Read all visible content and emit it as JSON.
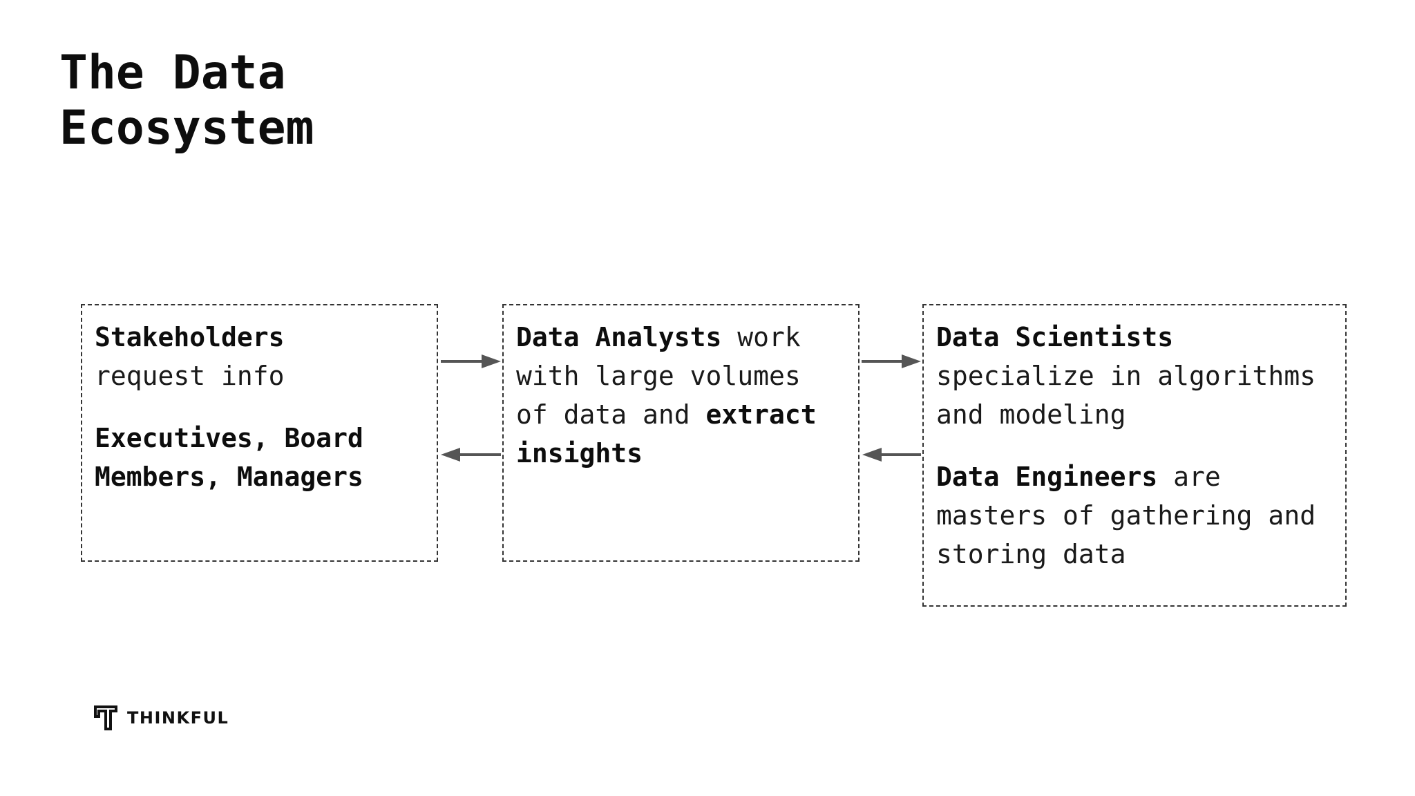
{
  "title": {
    "line1": "The Data",
    "line2": "Ecosystem"
  },
  "boxes": {
    "stakeholders": {
      "bold1": "Stakeholders",
      "text1": "request info",
      "bold2": "Executives, Board Members, Managers"
    },
    "analysts": {
      "bold1": "Data Analysts",
      "text1": " work with large volumes of data and ",
      "bold2": "extract insights"
    },
    "scientists": {
      "bold1": "Data Scientists",
      "text1": "specialize in algorithms and modeling",
      "bold2": "Data Engineers",
      "text2": " are masters of gathering and storing data"
    }
  },
  "logo": {
    "text": "THINKFUL"
  },
  "colors": {
    "arrow": "#555555",
    "border": "#333333",
    "text": "#111111"
  }
}
